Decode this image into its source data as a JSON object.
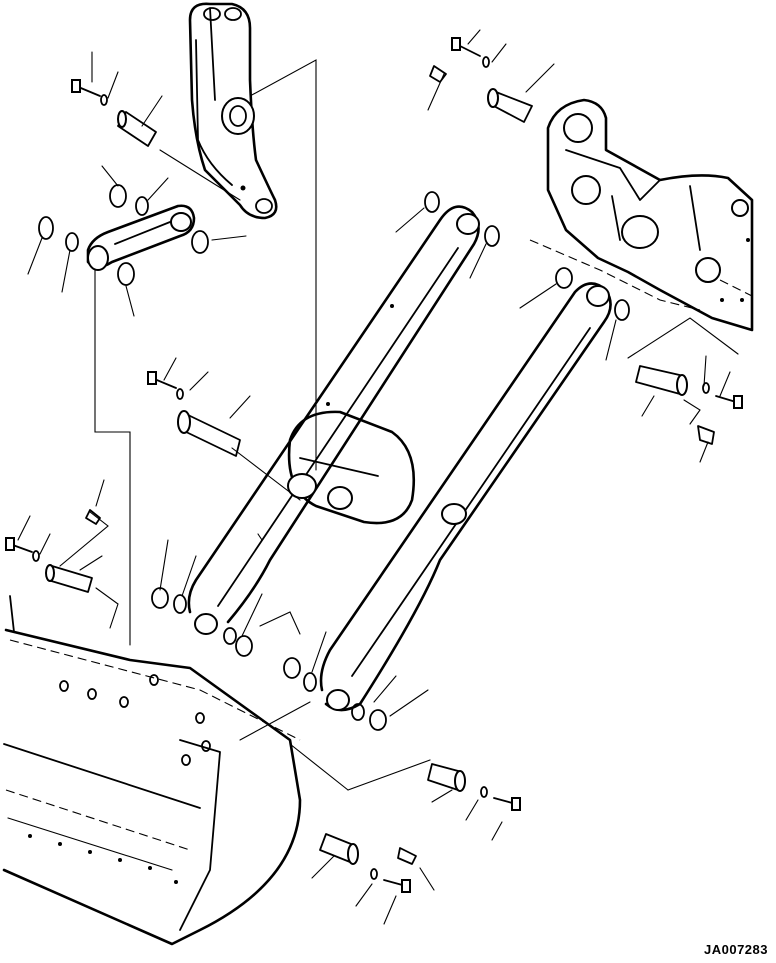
{
  "drawing": {
    "code": "JA007283",
    "parts": {
      "bellcrank": "bellcrank",
      "tilt_link": "tilt-link",
      "lift_arm": "lift-arm",
      "front_frame": "front-frame",
      "bucket": "bucket",
      "pins": "pin",
      "bolts": "bolt",
      "washers": "washer",
      "shims": "shim",
      "grease_fittings": "grease-fitting"
    }
  }
}
